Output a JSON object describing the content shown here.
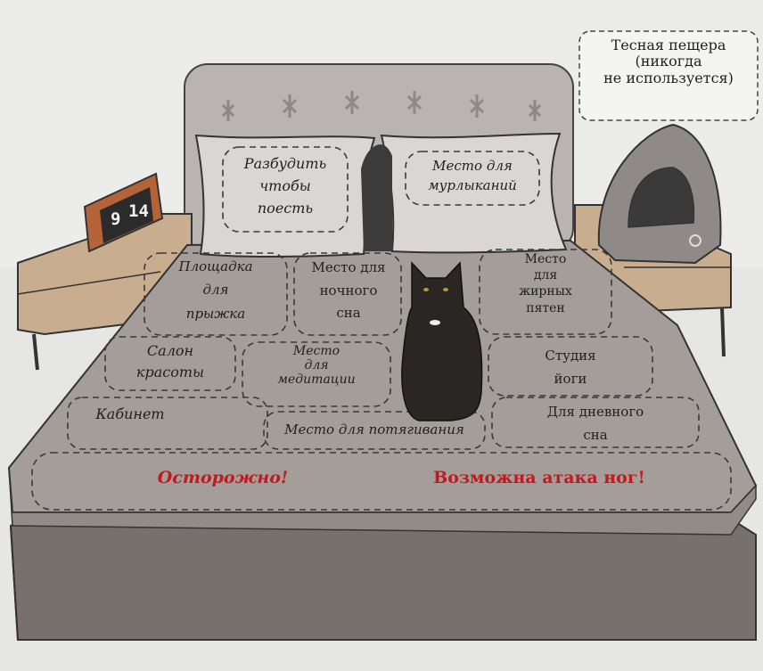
{
  "callout": {
    "line1": "Тесная пещера",
    "line2": "(никогда",
    "line3": "не используется)"
  },
  "clock": {
    "hours": "9",
    "minutes": "14"
  },
  "pillows": {
    "left": {
      "line1": "Разбудить",
      "line2": "чтобы",
      "line3": "поесть"
    },
    "right": {
      "line1": "Место для",
      "line2": "мурлыканий"
    }
  },
  "zones": {
    "jump": {
      "line1": "Площадка",
      "line2": "для",
      "line3": "прыжка"
    },
    "night": {
      "line1": "Место для",
      "line2": "ночного",
      "line3": "сна"
    },
    "grease": {
      "line1": "Место",
      "line2": "для",
      "line3": "жирных",
      "line4": "пятен"
    },
    "beauty": {
      "line1": "Салон",
      "line2": "красоты"
    },
    "meditation": {
      "line1": "Место",
      "line2": "для",
      "line3": "медитации"
    },
    "yoga": {
      "line1": "Студия",
      "line2": "йоги"
    },
    "office": {
      "line1": "Кабинет"
    },
    "stretch": {
      "line1": "Место для потягивания"
    },
    "daynap": {
      "line1": "Для дневного",
      "line2": "сна"
    }
  },
  "warning": {
    "left": "Осторожно!",
    "right": "Возможна атака ног!"
  },
  "colors": {
    "wall": "#ececea",
    "bed": "#8f8784",
    "sheet": "#a59d99",
    "nightstand": "#c9ad8f",
    "warning_red": "#c2191c"
  }
}
